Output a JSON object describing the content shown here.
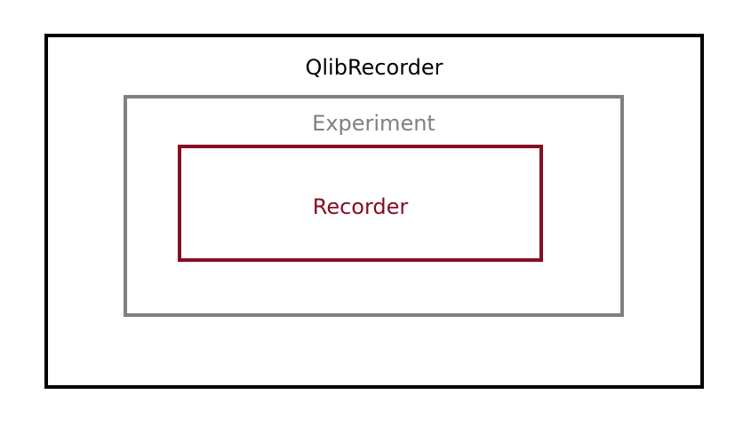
{
  "diagram": {
    "outer": {
      "label": "QlibRecorder",
      "border_color": "#000000"
    },
    "middle": {
      "label": "Experiment",
      "border_color": "#808080"
    },
    "inner": {
      "label": "Recorder",
      "border_color": "#850e26"
    }
  }
}
